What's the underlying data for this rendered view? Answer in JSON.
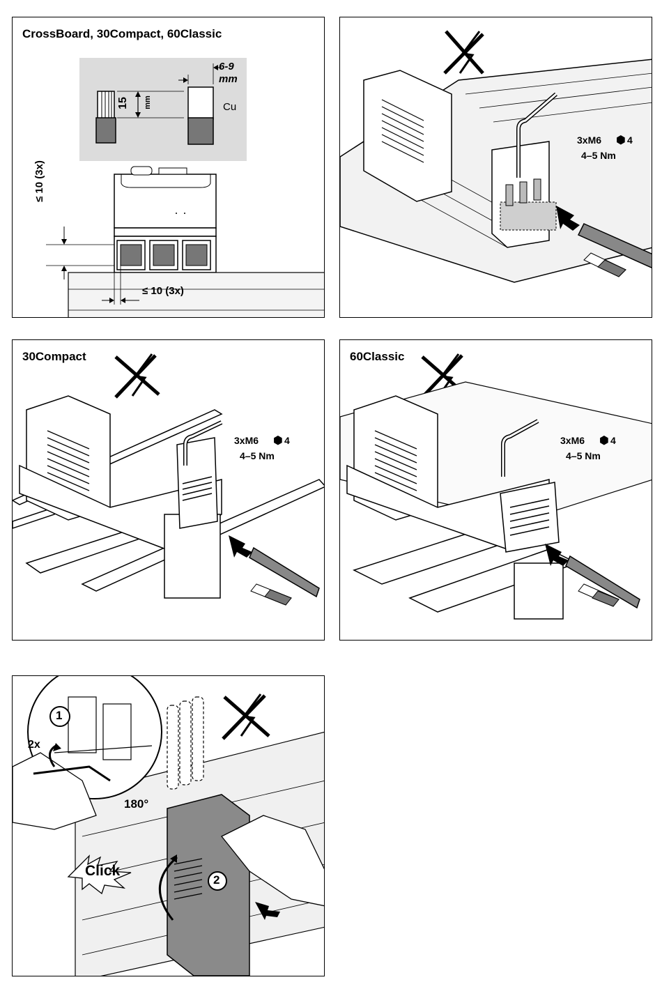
{
  "panels": {
    "p1": {
      "title": "CrossBoard, 30Compact, 60Classic",
      "strip_length": "15",
      "strip_length_unit": "mm",
      "bar_size": "6-9",
      "bar_size_unit": "mm",
      "material": "Cu",
      "spacing_vertical": "≤ 10 (3x)",
      "spacing_horizontal": "≤ 10 (3x)"
    },
    "p2": {
      "screws": "3xM6",
      "key_size": "4",
      "torque": "4–5 Nm"
    },
    "p3": {
      "title": "30Compact",
      "screws": "3xM6",
      "key_size": "4",
      "torque": "4–5 Nm"
    },
    "p4": {
      "title": "60Classic",
      "screws": "3xM6",
      "key_size": "4",
      "torque": "4–5 Nm"
    },
    "p5": {
      "step1": "1",
      "step2": "2",
      "repeat": "2x",
      "rotation": "180°",
      "click": "Click"
    }
  },
  "colors": {
    "line": "#000000",
    "fill_gray": "#d9d9d9",
    "dark_gray": "#777777",
    "panel_bg": "#ffffff"
  }
}
